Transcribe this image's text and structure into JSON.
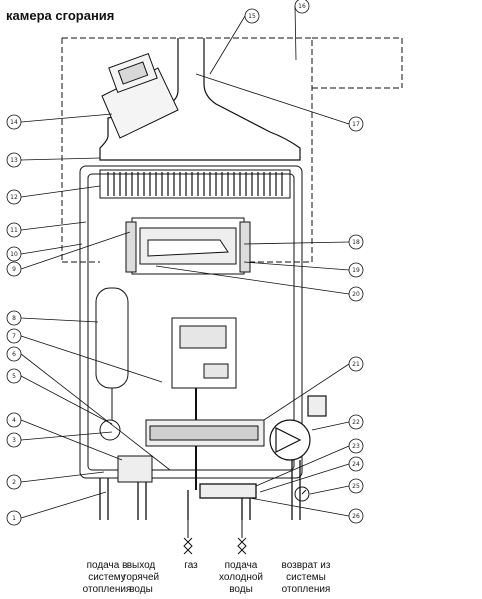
{
  "title": "камера сгорания",
  "callouts": [
    "1",
    "2",
    "3",
    "4",
    "5",
    "6",
    "7",
    "8",
    "9",
    "10",
    "11",
    "12",
    "13",
    "14",
    "15",
    "16",
    "17",
    "18",
    "19",
    "20",
    "21",
    "22",
    "23",
    "24",
    "25",
    "26"
  ],
  "bottom_labels": {
    "supply_heating": [
      "подача в",
      "систему",
      "отопления"
    ],
    "hot_water_out": [
      "выход",
      "горячей",
      "воды"
    ],
    "gas": [
      "газ"
    ],
    "cold_water_in": [
      "подача",
      "холодной",
      "воды"
    ],
    "return_heating": [
      "возврат из",
      "системы",
      "отопления"
    ]
  },
  "colors": {
    "line": "#111111",
    "pipe": "#bdbdbd",
    "background": "#ffffff"
  }
}
